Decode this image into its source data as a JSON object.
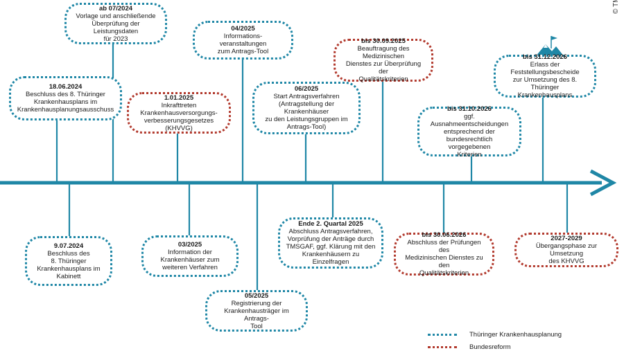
{
  "colors": {
    "blue": "#1f87a6",
    "red": "#b23a2e",
    "axis": "#1f87a6"
  },
  "copyright": "© TMSGAF",
  "events": [
    {
      "id": "e1",
      "date": "18.06.2024",
      "text": "Beschluss des 8. Thüringer\nKrankenhausplans im\nKrankenhausplanungsausschuss",
      "type": "blue"
    },
    {
      "id": "e2",
      "date": "ab 07/2024",
      "text": "Vorlage und  anschließende\nÜberprüfung der Leistungsdaten\nfür 2023",
      "type": "blue"
    },
    {
      "id": "e3",
      "date": "9.07.2024",
      "text": "Beschluss des\n8. Thüringer\nKrankenhausplans im\nKabinett",
      "type": "blue"
    },
    {
      "id": "e4",
      "date": "1.01.2025",
      "text": "Inkrafttreten\nKrankenhausversorgungs-\nverbesserungsgesetzes (KHVVG)",
      "type": "red"
    },
    {
      "id": "e5",
      "date": "03/2025",
      "text": "Information der\nKrankenhäuser zum\nweiteren Verfahren",
      "type": "blue"
    },
    {
      "id": "e6",
      "date": "04/2025",
      "text": "Informations-\nveranstaltungen\nzum Antrags-Tool",
      "type": "blue"
    },
    {
      "id": "e7",
      "date": "05/2025",
      "text": "Registrierung der\nKrankenhausträger im Antrags-\nTool",
      "type": "blue"
    },
    {
      "id": "e8",
      "date": "06/2025",
      "text": "Start Antragsverfahren\n(Antragstellung der Krankenhäuser\nzu den Leistungsgruppen im\nAntrags-Tool)",
      "type": "blue"
    },
    {
      "id": "e9",
      "date": "Ende 2. Quartal 2025",
      "text": "Abschluss Antragsverfahren,\nVorprüfung der Anträge durch\nTMSGAF, ggf. Klärung mit den\nKrankenhäusern zu Einzelfragen",
      "type": "blue"
    },
    {
      "id": "e10",
      "date": "bis 30.09.2025",
      "text": "Beauftragung des Medizinischen\nDienstes zur Überprüfung der\nQualitätskriterien",
      "type": "red"
    },
    {
      "id": "e11",
      "date": "bis 30.06.2026",
      "text": "Abschluss der Prüfungen des\nMedizinischen Dienstes zu den\nQualitätskriterien",
      "type": "red"
    },
    {
      "id": "e12",
      "date": "bis 31.10.2026",
      "text": "ggf. Ausnahmeentscheidungen\nentsprechend der\nbundesrechtlich vorgegebenen\nKriterien",
      "type": "blue"
    },
    {
      "id": "e13",
      "date": "bis 31.12.2026",
      "text": "Erlass der Feststellungsbescheide\nzur Umsetzung des 8. Thüringer\nKrankenhausplans",
      "type": "blue"
    },
    {
      "id": "e14",
      "date": "2027-2029",
      "text": "Übergangsphase zur Umsetzung\ndes KHVVG",
      "type": "red"
    }
  ],
  "legend": [
    {
      "label": "Thüringer Krankenhausplanung",
      "color": "#1f87a6"
    },
    {
      "label": "Bundesreform",
      "color": "#b23a2e"
    }
  ]
}
